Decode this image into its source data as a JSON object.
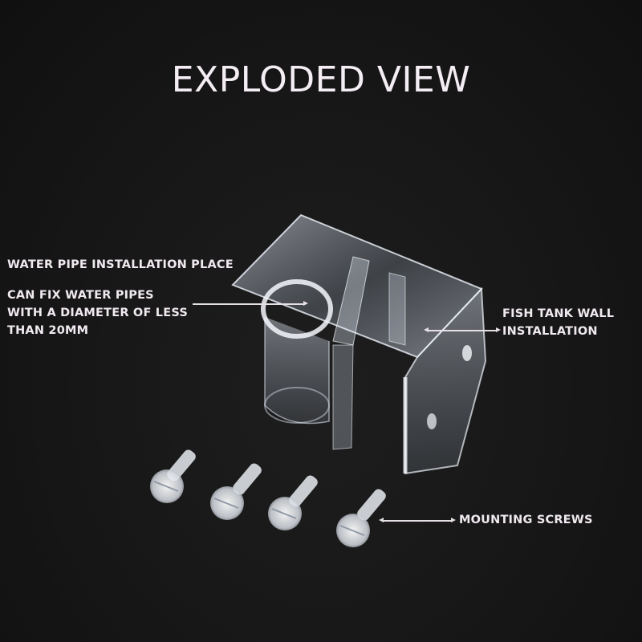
{
  "header": {
    "title": "EXPLODED VIEW"
  },
  "callouts": {
    "pipe_title": "WATER PIPE INSTALLATION PLACE",
    "pipe_desc": [
      "CAN FIX WATER PIPES",
      "WITH A DIAMETER OF LESS",
      "THAN 20MM"
    ],
    "wall": [
      "FISH TANK WALL",
      "INSTALLATION"
    ],
    "screws": "MOUNTING SCREWS"
  },
  "parts": {
    "bracket": "clear acrylic pipe holder bracket",
    "screw_count": 4
  },
  "colors": {
    "background": "#1a1a1a",
    "text": "#f3eef3",
    "acrylic": "#cfd8e6"
  }
}
